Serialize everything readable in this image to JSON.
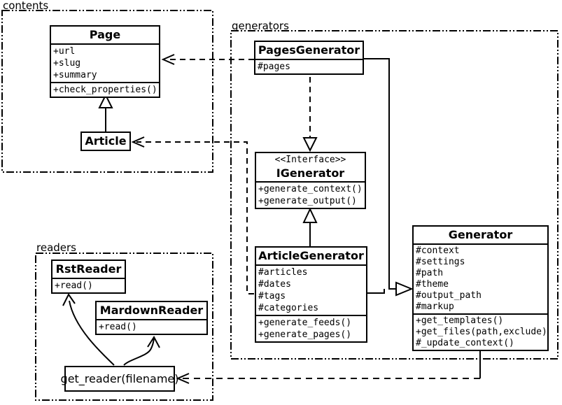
{
  "diagram": {
    "kind": "UML class diagram",
    "colors": {
      "background": "#ffffff",
      "line": "#000000",
      "box_fill": "#ffffff"
    }
  },
  "packages": {
    "contents": {
      "label": "contents"
    },
    "generators": {
      "label": "generators"
    },
    "readers": {
      "label": "readers"
    }
  },
  "classes": {
    "page": {
      "name": "Page",
      "attributes": [
        "+url",
        "+slug",
        "+summary"
      ],
      "methods": [
        "+check_properties()"
      ]
    },
    "article": {
      "name": "Article"
    },
    "pages_generator": {
      "name": "PagesGenerator",
      "attributes": [
        "#pages"
      ]
    },
    "igenerator": {
      "stereotype": "<<Interface>>",
      "name": "IGenerator",
      "methods": [
        "+generate_context()",
        "+generate_output()"
      ]
    },
    "article_generator": {
      "name": "ArticleGenerator",
      "attributes": [
        "#articles",
        "#dates",
        "#tags",
        "#categories"
      ],
      "methods": [
        "+generate_feeds()",
        "+generate_pages()"
      ]
    },
    "generator": {
      "name": "Generator",
      "attributes": [
        "#context",
        "#settings",
        "#path",
        "#theme",
        "#output_path",
        "#markup"
      ],
      "methods": [
        "+get_templates()",
        "+get_files(path,exclude)",
        "#_update_context()"
      ]
    },
    "rst_reader": {
      "name": "RstReader",
      "methods": [
        "+read()"
      ]
    },
    "mardown_reader": {
      "name": "MardownReader",
      "methods": [
        "+read()"
      ]
    }
  },
  "functions": {
    "get_reader": {
      "label": "get_reader(filename)"
    }
  },
  "relations": {
    "article_to_page": "inheritance",
    "articlegenerator_to_igenerator": "inheritance",
    "pagesgenerator_to_igenerator": "realization (dashed)",
    "pagesgenerator_and_articlegenerator_to_generator": "inheritance",
    "pagesgenerator_to_page": "dependency (dashed)",
    "articlegenerator_to_article": "dependency (dashed)",
    "generator_to_get_reader": "dependency (dashed)",
    "get_reader_to_rstreader": "arrow",
    "get_reader_to_mardownreader": "arrow"
  }
}
